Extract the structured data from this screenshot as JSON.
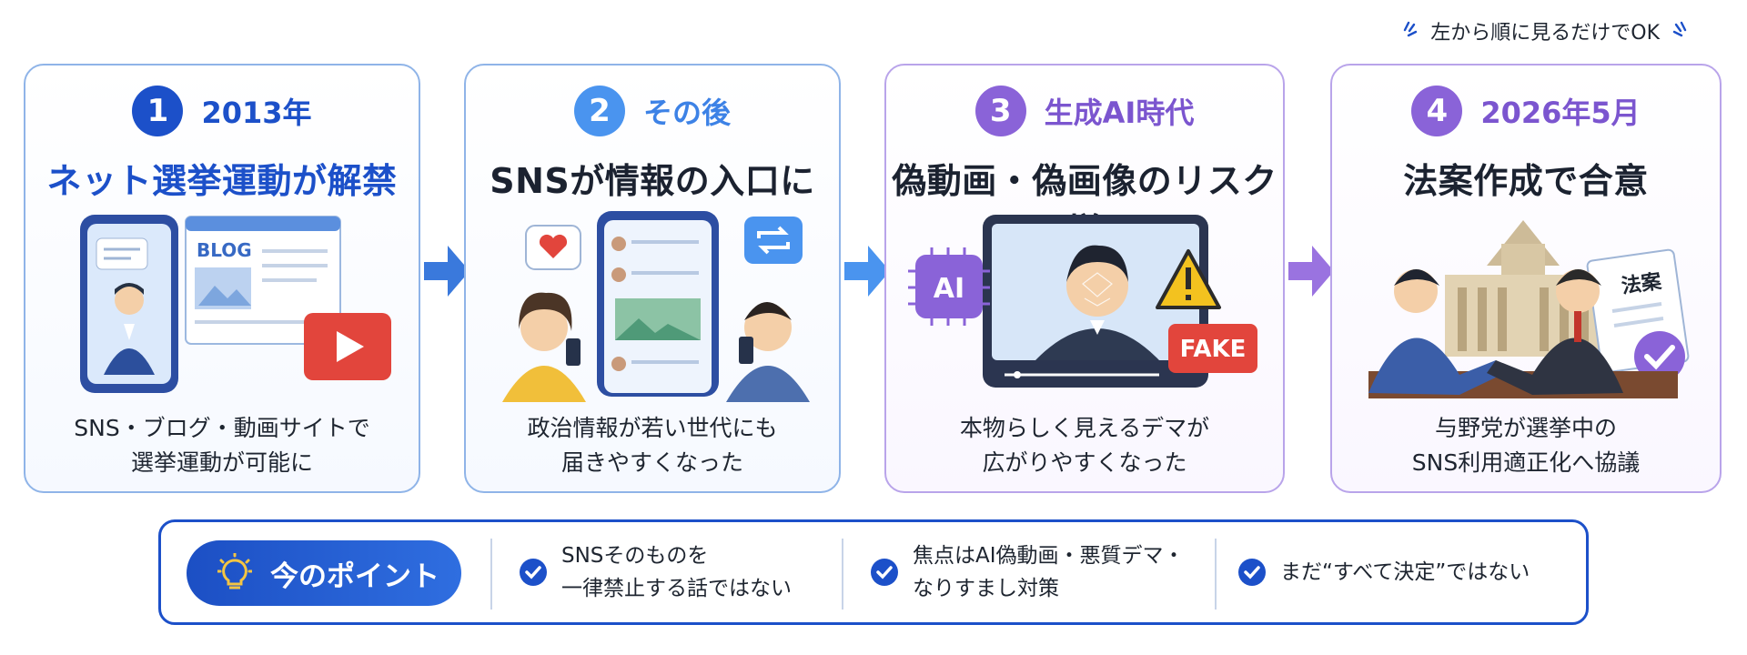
{
  "hint": "左から順に見るだけでOK",
  "steps": [
    {
      "num": "1",
      "phase": "2013年",
      "title": "ネット選挙運動が解禁",
      "desc": [
        "SNS・ブログ・動画サイトで",
        "選挙運動が可能に"
      ],
      "illu_label": "BLOG"
    },
    {
      "num": "2",
      "phase": "その後",
      "title": "SNSが情報の入口に",
      "desc": [
        "政治情報が若い世代にも",
        "届きやすくなった"
      ]
    },
    {
      "num": "3",
      "phase": "生成AI時代",
      "title": "偽動画・偽画像のリスク増",
      "desc": [
        "本物らしく見えるデマが",
        "広がりやすくなった"
      ],
      "illu_label": "AI",
      "illu_label2": "FAKE"
    },
    {
      "num": "4",
      "phase": "2026年5月",
      "title": "法案作成で合意",
      "desc": [
        "与野党が選挙中の",
        "SNS利用適正化へ協議"
      ],
      "illu_label": "法案"
    }
  ],
  "point": {
    "label": "今のポイント",
    "items": [
      {
        "lines": [
          "SNSそのものを",
          "一律禁止する話ではない"
        ]
      },
      {
        "lines": [
          "焦点はAI偽動画・悪質デマ・",
          "なりすまし対策"
        ]
      },
      {
        "lines": [
          "まだ“すべて決定”ではない"
        ]
      }
    ]
  },
  "colors": {
    "blue": "#1c50c9",
    "light_blue": "#4a94ef",
    "purple": "#8a63d8",
    "red": "#e2453c"
  },
  "icons": [
    "spark-icon",
    "arrow-right-icon",
    "lightbulb-icon",
    "check-icon",
    "heart-icon",
    "retweet-icon",
    "play-icon",
    "warning-icon"
  ]
}
